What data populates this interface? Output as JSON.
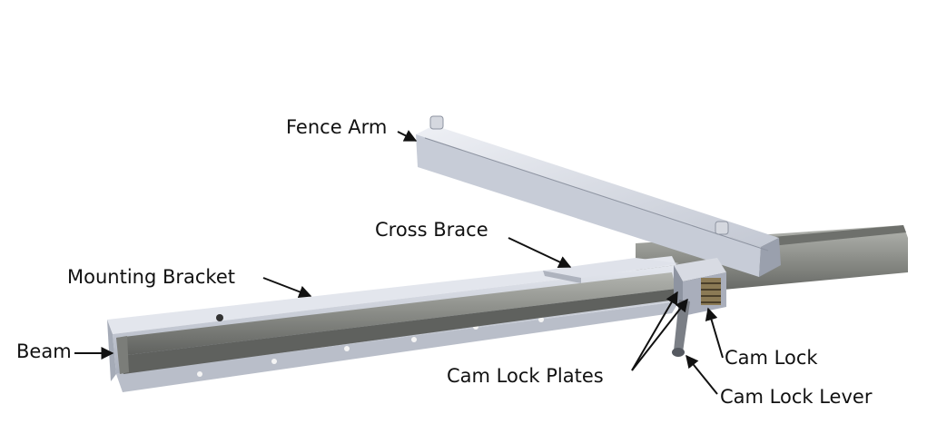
{
  "labels": {
    "fence_arm": "Fence Arm",
    "cross_brace": "Cross Brace",
    "mounting_bracket": "Mounting Bracket",
    "beam": "Beam",
    "cam_lock_plates": "Cam Lock Plates",
    "cam_lock": "Cam Lock",
    "cam_lock_lever": "Cam Lock Lever"
  },
  "colors": {
    "aluminum": "#c9cdd6",
    "aluminum_shadow": "#9aa0ad",
    "aluminum_light": "#e4e7ee",
    "steel": "#8d8f8a",
    "steel_dark": "#5f615e",
    "steel_light": "#b3b5b0",
    "background": "#ffffff",
    "text": "#111111"
  }
}
